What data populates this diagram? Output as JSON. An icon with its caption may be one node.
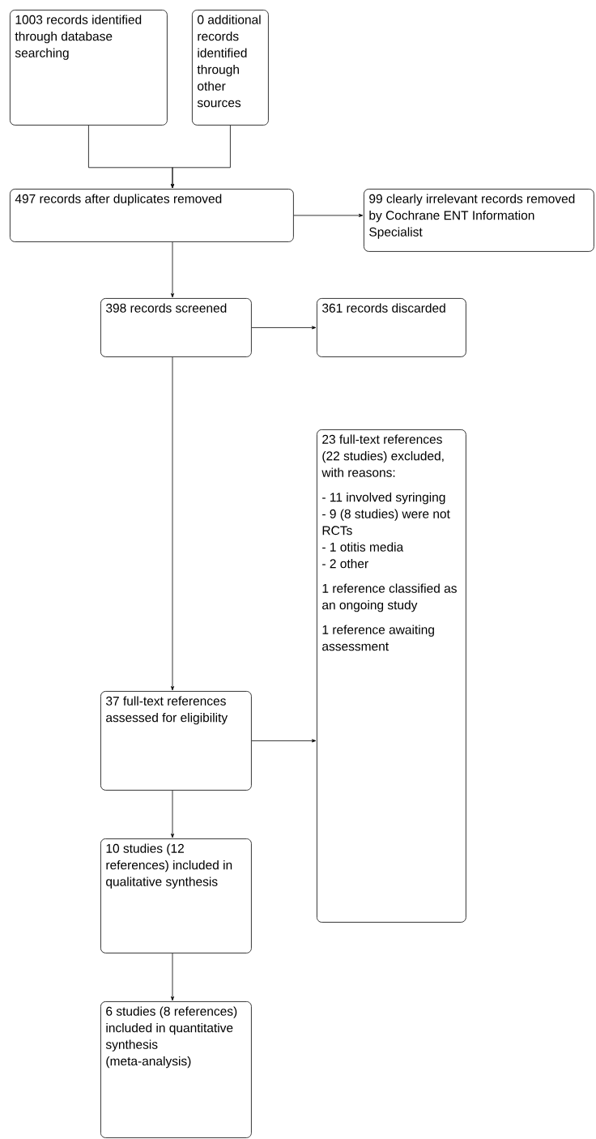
{
  "diagram": {
    "nodes": [
      {
        "text": [
          "1003 records identified through database searching"
        ]
      },
      {
        "text": [
          "0 additional records identified through other sources"
        ]
      },
      {
        "text": [
          "497 records after duplicates removed"
        ]
      },
      {
        "text": [
          "99 clearly irrelevant records removed by Cochrane ENT Information Specialist"
        ]
      },
      {
        "text": [
          "398 records screened"
        ]
      },
      {
        "text": [
          "361 records discarded"
        ]
      },
      {
        "text": [
          "23 full-text references (22 studies) excluded, with reasons:",
          "- 11 involved syringing",
          "- 9 (8 studies) were not RCTs",
          "- 1 otitis media",
          "- 2 other",
          "1 reference classified as an ongoing study",
          "1 reference awaiting assessment"
        ]
      },
      {
        "text": [
          "37 full-text references assessed for eligibility"
        ]
      },
      {
        "text": [
          "10 studies (12 references) included in qualitative synthesis"
        ]
      },
      {
        "text": [
          "6 studies (8 references) included in quantitative synthesis (meta-analysis)"
        ]
      }
    ],
    "edges": [
      {
        "from": 0,
        "to": 2,
        "arrow": "to"
      },
      {
        "from": 1,
        "to": 2,
        "arrow": "to"
      },
      {
        "from": 2,
        "to": 3,
        "arrow": "to"
      },
      {
        "from": 2,
        "to": 4,
        "arrow": "to"
      },
      {
        "from": 4,
        "to": 5,
        "arrow": "to"
      },
      {
        "from": 4,
        "to": 7,
        "arrow": "to"
      },
      {
        "from": 7,
        "to": 6,
        "arrow": "to"
      },
      {
        "from": 7,
        "to": 8,
        "arrow": "to"
      },
      {
        "from": 8,
        "to": 9,
        "arrow": "to"
      }
    ]
  }
}
